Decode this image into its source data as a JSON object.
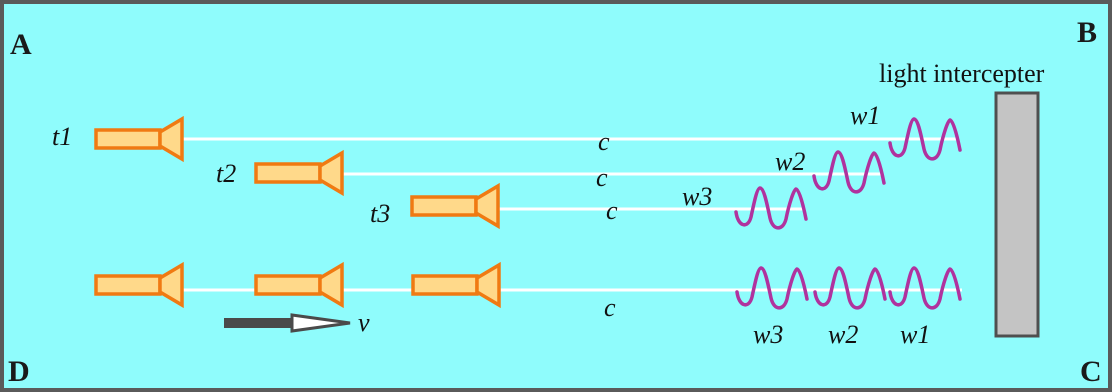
{
  "corners": {
    "a": "A",
    "b": "B",
    "c": "C",
    "d": "D"
  },
  "intercepter_label": "light intercepter",
  "emitters": {
    "t1": "t1",
    "t2": "t2",
    "t3": "t3"
  },
  "speed_labels": [
    "c",
    "c",
    "c",
    "c"
  ],
  "waves_top": {
    "w1": "w1",
    "w2": "w2",
    "w3": "w3"
  },
  "waves_bottom": {
    "w3": "w3",
    "w2": "w2",
    "w1": "w1"
  },
  "velocity_label": "v",
  "colors": {
    "background": "#8ffcfc",
    "border": "#5a5a5a",
    "beam": "#ffffff",
    "emitter_fill": "#ffd98a",
    "emitter_stroke": "#f07a12",
    "wave": "#b0329e",
    "intercepter_fill": "#c4c4c4",
    "arrow": "#4a4a4a"
  }
}
